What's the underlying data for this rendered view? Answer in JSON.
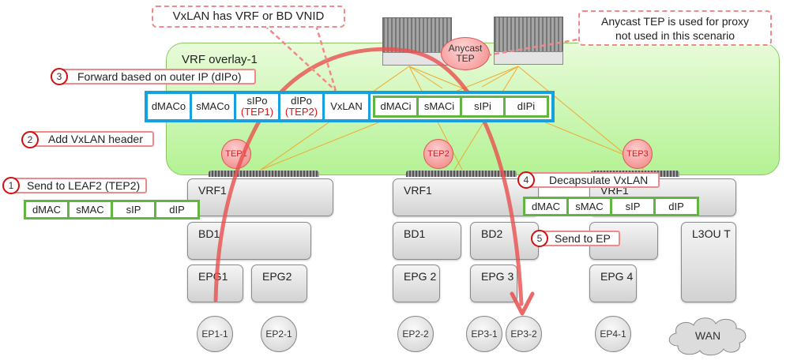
{
  "overlay": {
    "label": "VRF overlay-1"
  },
  "spines": {
    "anycast_label": "Anycast TEP"
  },
  "teps": [
    "TEP1",
    "TEP2",
    "TEP3"
  ],
  "callouts": {
    "vxlan_vnid": "VxLAN has VRF or BD VNID",
    "anycast_note_line1": "Anycast TEP is used for proxy",
    "anycast_note_line2": "not used in this scenario"
  },
  "steps": [
    {
      "num": "1",
      "text": "Send to LEAF2 (TEP2)"
    },
    {
      "num": "2",
      "text": "Add VxLAN header"
    },
    {
      "num": "3",
      "text": "Forward based on outer IP (dIPo)"
    },
    {
      "num": "4",
      "text": "Decapsulate VxLAN"
    },
    {
      "num": "5",
      "text": "Send to EP"
    }
  ],
  "outer_header": {
    "fields": [
      {
        "label": "dMACo",
        "sub": ""
      },
      {
        "label": "sMACo",
        "sub": ""
      },
      {
        "label": "sIPo",
        "sub": "(TEP1)"
      },
      {
        "label": "dIPo",
        "sub": "(TEP2)"
      },
      {
        "label": "VxLAN",
        "sub": ""
      }
    ],
    "inner_fields": [
      "dMACi",
      "sMACi",
      "sIPi",
      "dIPi"
    ]
  },
  "packet_fields": [
    "dMAC",
    "sMAC",
    "sIP",
    "dIP"
  ],
  "leaf1": {
    "vrf": "VRF1",
    "bd": "BD1",
    "epgs": [
      "EPG1",
      "EPG2"
    ],
    "eps": [
      "EP1-1",
      "EP2-1"
    ]
  },
  "leaf2": {
    "vrf": "VRF1",
    "bds": [
      "BD1",
      "BD2"
    ],
    "epgs": [
      "EPG 2",
      "EPG 3"
    ],
    "eps": [
      "EP2-2",
      "EP3-1",
      "EP3-2"
    ]
  },
  "leaf3": {
    "vrf": "VRF1",
    "epg": "EPG 4",
    "l3out": "L3OU T",
    "ep": "EP4-1",
    "wan": "WAN"
  },
  "colors": {
    "flow_arrow": "#e8504f",
    "encap_blue": "#16a0dd",
    "packet_green": "#62b543",
    "step_red": "#d01010"
  }
}
